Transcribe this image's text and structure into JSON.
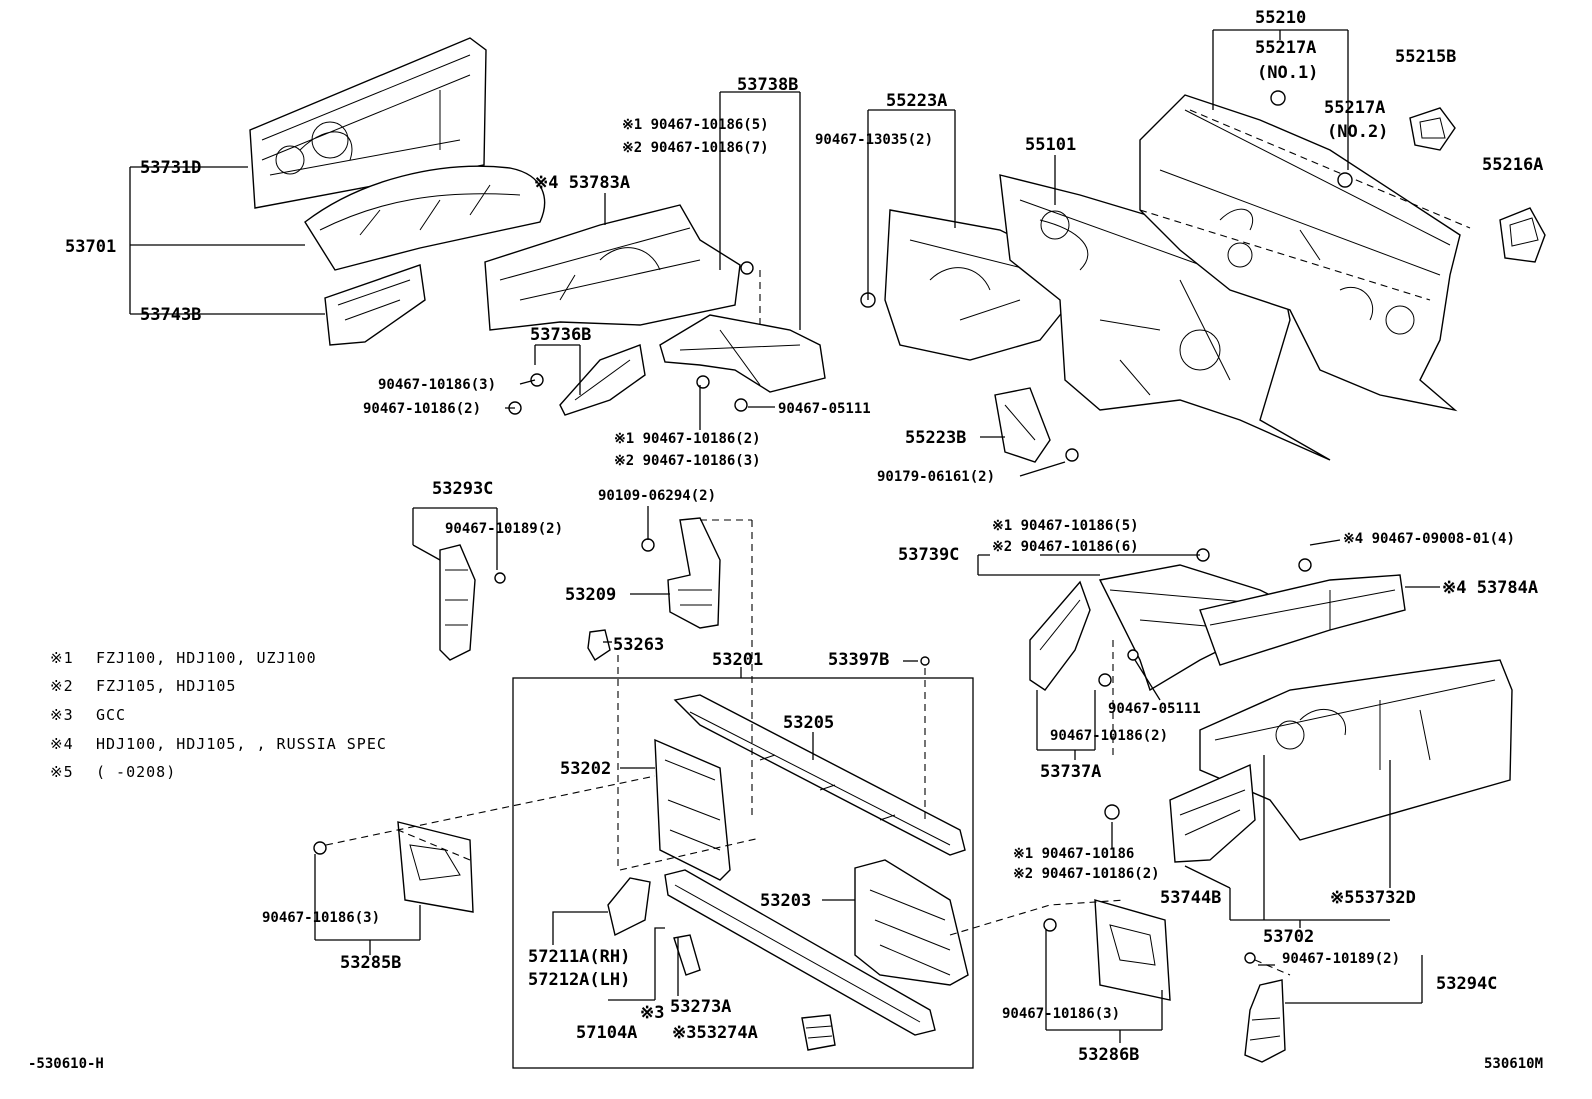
{
  "diagram": {
    "codes": {
      "c55210": "55210",
      "c55217a_no1_code": "55217A",
      "c55217a_no1_note": "(NO.1)",
      "c55217a_no2_code": "55217A",
      "c55217a_no2_note": "(NO.2)",
      "c55215b": "55215B",
      "c55216a": "55216A",
      "c55223a": "55223A",
      "c90467_13035": "90467-13035(2)",
      "c55101": "55101",
      "c53738b": "53738B",
      "c90467_10186_5_s1": "※1 90467-10186(5)",
      "c90467_10186_7_s2": "※2 90467-10186(7)",
      "c53783a": "※4 53783A",
      "c53731d": "53731D",
      "c53701": "53701",
      "c53743b": "53743B",
      "c53736b": "53736B",
      "c90467_10186_3": "90467-10186(3)",
      "c90467_10186_2": "90467-10186(2)",
      "c90467_05111_top": "90467-05111",
      "c90467_10186_2_s1": "※1 90467-10186(2)",
      "c90467_10186_3_s2": "※2 90467-10186(3)",
      "c55223b": "55223B",
      "c90179_06161": "90179-06161(2)",
      "c53293c": "53293C",
      "c90467_10189_2_left": "90467-10189(2)",
      "c90109_06294": "90109-06294(2)",
      "c53209": "53209",
      "c53263": "53263",
      "c53201": "53201",
      "c53397b": "53397B",
      "c53205": "53205",
      "c53202": "53202",
      "c53203": "53203",
      "c57211a": "57211A(RH)",
      "c57212a": "57212A(LH)",
      "c53273a": "53273A",
      "c53273a_mark": "※3",
      "c57104a": "57104A",
      "c53274a": "※353274A",
      "c90467_10186_3_bl": "90467-10186(3)",
      "c53285b": "53285B",
      "c53739c": "53739C",
      "c90467_10186_5_s1b": "※1 90467-10186(5)",
      "c90467_10186_6_s2": "※2 90467-10186(6)",
      "c90467_09008": "※4 90467-09008-01(4)",
      "c53784a": "※4 53784A",
      "c90467_05111_mid": "90467-05111",
      "c90467_10186_2_mid": "90467-10186(2)",
      "c53737a": "53737A",
      "c90467_10186_s1": "※1 90467-10186",
      "c90467_10186_2_s2b": "※2 90467-10186(2)",
      "c53744b": "53744B",
      "c53732d": "※553732D",
      "c53702": "53702",
      "c90467_10189_2_right": "90467-10189(2)",
      "c53294c": "53294C",
      "c90467_10186_3_br": "90467-10186(3)",
      "c53286b": "53286B"
    },
    "legend": [
      {
        "mark": "※1",
        "text": "FZJ100, HDJ100, UZJ100"
      },
      {
        "mark": "※2",
        "text": "FZJ105, HDJ105"
      },
      {
        "mark": "※3",
        "text": "GCC"
      },
      {
        "mark": "※4",
        "text": "HDJ100, HDJ105, , RUSSIA SPEC"
      },
      {
        "mark": "※5",
        "text": "(       -0208)"
      }
    ],
    "footer_left": "-530610-H",
    "footer_right": "530610M"
  }
}
